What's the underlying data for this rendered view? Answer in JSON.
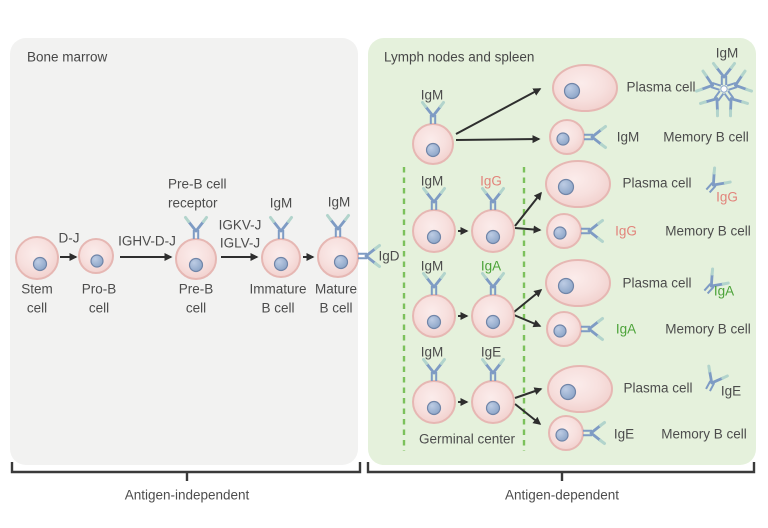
{
  "colors": {
    "panel_gray": "#f2f2f1",
    "panel_green": "#e5f1dc",
    "cell_fill": "#f7e0de",
    "cell_border": "#e6b7b3",
    "nucleus_blue": "#8ba4c7",
    "antibody_blue": "#7e9bc4",
    "antibody_tip": "#b2d4cc",
    "igg_accent": "#e2847b",
    "iga_accent": "#4ca339",
    "dash_green": "#7cc15c",
    "arrow": "#2e2e2e",
    "text": "#4c4c4c"
  },
  "icons": {
    "antibody_icon": "Y-shaped immunoglobulin",
    "igm_pentamer_icon": "five antibodies radiating from a center (secreted IgM pentamer)",
    "b_cell_icon": "round pink cell with blue nucleus",
    "plasma_cell_icon": "oval pink cell with blue nucleus"
  },
  "left_panel": {
    "title": "Bone marrow",
    "stages": [
      {
        "line1": "Stem",
        "line2": "cell"
      },
      {
        "line1": "Pro-B",
        "line2": "cell"
      },
      {
        "line1": "Pre-B",
        "line2": "cell"
      },
      {
        "line1": "Immature",
        "line2": "B cell"
      },
      {
        "line1": "Mature",
        "line2": "B cell"
      }
    ],
    "transitions": {
      "t1": "D-J",
      "t2": "IGHV-D-J",
      "t3a": "IGKV-J",
      "t3b": "IGLV-J"
    },
    "pre_b_receptor": {
      "line1": "Pre-B cell",
      "line2": "receptor"
    },
    "igm_immature": "IgM",
    "igm_mature": "IgM",
    "igd": "IgD"
  },
  "right_panel": {
    "title": "Lymph nodes and spleen",
    "germinal_center": "Germinal center",
    "groups": [
      {
        "receptor": "IgM",
        "plasma": "Plasma cell",
        "secreted": "IgM",
        "memory_ig": "IgM",
        "memory": "Memory B cell"
      },
      {
        "receptor_from": "IgM",
        "receptor_to": "IgG",
        "plasma": "Plasma cell",
        "secreted": "IgG",
        "memory_ig": "IgG",
        "memory": "Memory B cell"
      },
      {
        "receptor_from": "IgM",
        "receptor_to": "IgA",
        "plasma": "Plasma cell",
        "secreted": "IgA",
        "memory_ig": "IgA",
        "memory": "Memory B cell"
      },
      {
        "receptor_from": "IgM",
        "receptor_to": "IgE",
        "plasma": "Plasma cell",
        "secreted": "IgE",
        "memory_ig": "IgE",
        "memory": "Memory B cell"
      }
    ]
  },
  "footer": {
    "independent": "Antigen-independent",
    "dependent": "Antigen-dependent"
  }
}
